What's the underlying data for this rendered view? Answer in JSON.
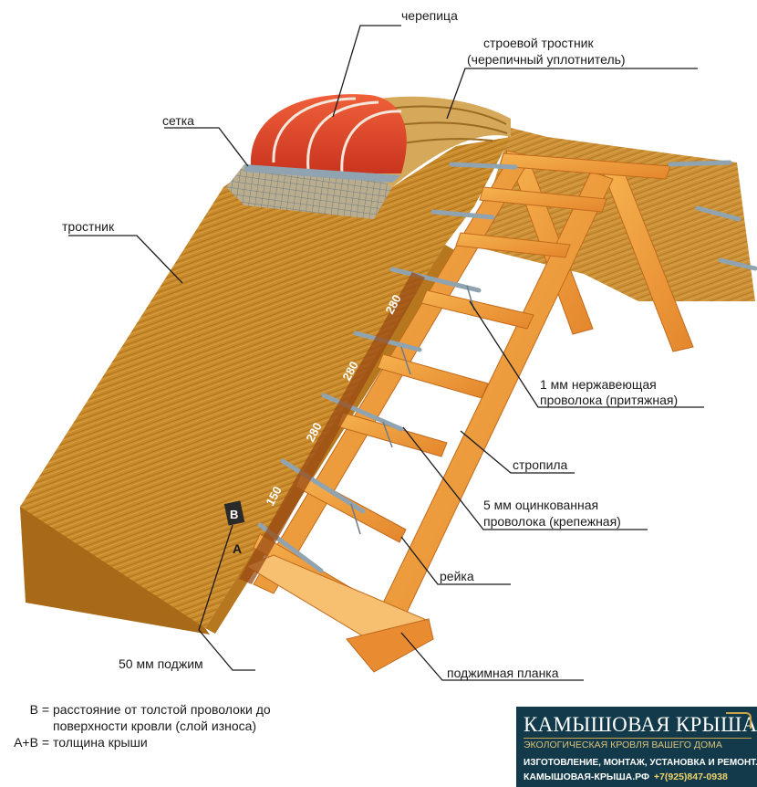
{
  "labels": {
    "tile": "черепица",
    "ridge_reed_1": "строевой тростник",
    "ridge_reed_2": "(черепичный уплотнитель)",
    "mesh": "сетка",
    "reed": "тростник",
    "wire_tie_1": "1 мм нержавеющая",
    "wire_tie_2": "проволока (притяжная)",
    "rafter": "стропила",
    "wire_fix_1": "5 мм оцинкованная",
    "wire_fix_2": "проволока (крепежная)",
    "batten": "рейка",
    "clamp": "50 мм поджим",
    "clamp_board": "поджимная планка"
  },
  "dimensions": {
    "spacing": [
      "280",
      "280",
      "280",
      "150"
    ],
    "marker_b": "В",
    "marker_a": "А"
  },
  "legend": [
    {
      "key": "В =",
      "text": "расстояние от толстой проволоки до поверхности кровли (слой износа)"
    },
    {
      "key": "А+В =",
      "text": "толщина крыши"
    }
  ],
  "brand": {
    "title": "КАМЫШОВАЯ КРЫША",
    "subtitle": "ЭКОЛОГИЧЕСКАЯ КРОВЛЯ ВАШЕГО ДОМА",
    "services": "ИЗГОТОВЛЕНИЕ, МОНТАЖ, УСТАНОВКА И РЕМОНТ.",
    "site": "КАМЫШОВАЯ-КРЫША.РФ",
    "phone": "+7(925)847-0938"
  },
  "colors": {
    "reed": "#c98a2a",
    "tile": "#e0452a",
    "timber": "#ef9a3c",
    "wire": "#8fa3b0",
    "brand_bg": "#123a4a"
  }
}
